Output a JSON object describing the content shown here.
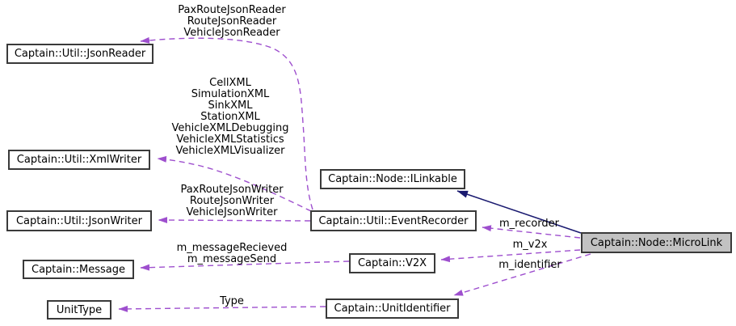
{
  "diagram": {
    "kind": "collaboration-graph",
    "focus_class": "Captain::Node::MicroLink"
  },
  "colors": {
    "background": "#ffffff",
    "usage_edge": "#9e4fce",
    "inheritance_edge": "#1a1a70",
    "node_fill": "#ffffff",
    "focus_node_fill": "#c2c2c2",
    "node_border": "#3a3a3a",
    "text": "#000000"
  },
  "nodes": {
    "json_reader": {
      "label": "Captain::Util::JsonReader"
    },
    "xml_writer": {
      "label": "Captain::Util::XmlWriter"
    },
    "json_writer": {
      "label": "Captain::Util::JsonWriter"
    },
    "message": {
      "label": "Captain::Message"
    },
    "unit_type": {
      "label": "UnitType"
    },
    "ilinkable": {
      "label": "Captain::Node::ILinkable"
    },
    "event_recorder": {
      "label": "Captain::Util::EventRecorder"
    },
    "v2x": {
      "label": "Captain::V2X"
    },
    "unit_identifier": {
      "label": "Captain::UnitIdentifier"
    },
    "micro_link": {
      "label": "Captain::Node::MicroLink"
    }
  },
  "edge_labels": {
    "json_reader": [
      "PaxRouteJsonReader",
      "RouteJsonReader",
      "VehicleJsonReader"
    ],
    "xml_writer": [
      "CellXML",
      "SimulationXML",
      "SinkXML",
      "StationXML",
      "VehicleXMLDebugging",
      "VehicleXMLStatistics",
      "VehicleXMLVisualizer"
    ],
    "json_writer": [
      "PaxRouteJsonWriter",
      "RouteJsonWriter",
      "VehicleJsonWriter"
    ],
    "message": [
      "m_messageRecieved",
      "m_messageSend"
    ],
    "unit_type": "Type",
    "recorder": "m_recorder",
    "v2x": "m_v2x",
    "identifier": "m_identifier"
  }
}
